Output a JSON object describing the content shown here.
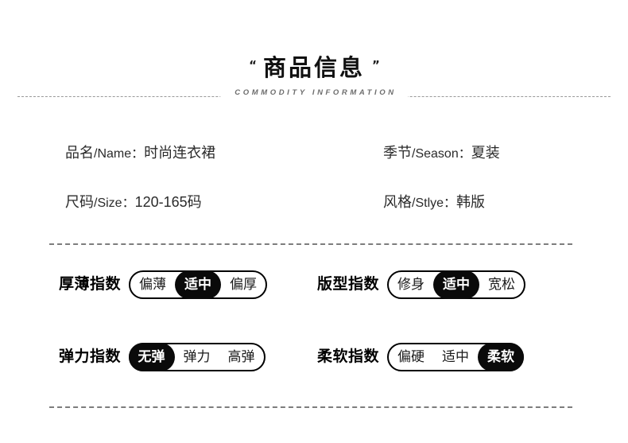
{
  "header": {
    "quote_open": "“",
    "quote_close": "”",
    "title": "商品信息",
    "subtitle": "COMMODITY INFORMATION"
  },
  "specs": [
    {
      "left": {
        "label": "品名",
        "en": "/Name：",
        "value": "时尚连衣裙"
      },
      "right": {
        "label": "季节",
        "en": "/Season：",
        "value": "夏装"
      }
    },
    {
      "left": {
        "label": "尺码",
        "en": "/Size：",
        "value": "120-165码"
      },
      "right": {
        "label": "风格",
        "en": "/Stlye：",
        "value": "韩版"
      }
    }
  ],
  "indexes": [
    {
      "left": {
        "label": "厚薄指数",
        "options": [
          "偏薄",
          "适中",
          "偏厚"
        ],
        "selected": 1
      },
      "right": {
        "label": "版型指数",
        "options": [
          "修身",
          "适中",
          "宽松"
        ],
        "selected": 1
      }
    },
    {
      "left": {
        "label": "弹力指数",
        "options": [
          "无弹",
          "弹力",
          "高弹"
        ],
        "selected": 0
      },
      "right": {
        "label": "柔软指数",
        "options": [
          "偏硬",
          "适中",
          "柔软"
        ],
        "selected": 2
      }
    }
  ],
  "colors": {
    "ink": "#000000",
    "text": "#2b2b2b",
    "rule": "#7d7d7d",
    "selected_bg": "#0a0a0a",
    "selected_text": "#ffffff"
  }
}
